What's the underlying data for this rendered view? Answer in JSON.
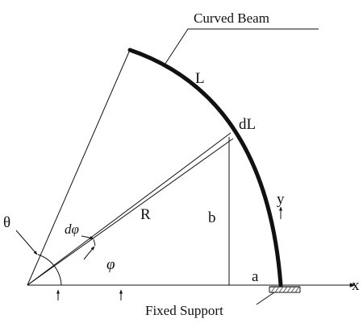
{
  "labels": {
    "curved_beam": "Curved Beam",
    "beam_length": "L",
    "element_length": "dL",
    "radius": "R",
    "height": "b",
    "offset": "a",
    "y_axis": "y",
    "x_axis": "x",
    "total_angle": "θ",
    "position_angle": "φ",
    "element_angle": "dφ",
    "support": "Fixed Support"
  },
  "colors": {
    "ink": "#111111",
    "hatch": "#555555"
  }
}
